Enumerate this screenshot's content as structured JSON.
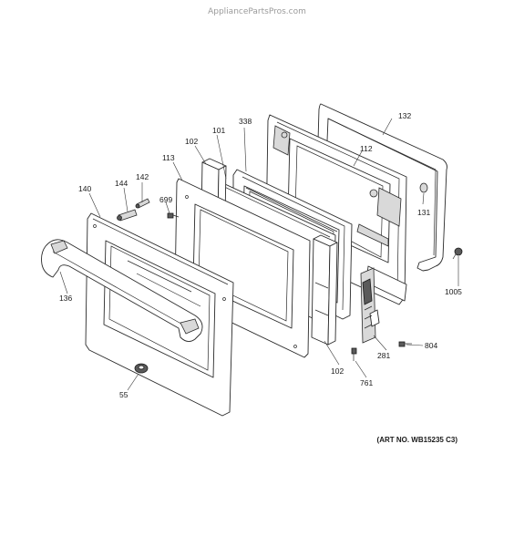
{
  "watermark": "AppliancePartsPros.com",
  "art_number": "(ART NO. WB15235 C3)",
  "callouts": {
    "c132": "132",
    "c338": "338",
    "c101": "101",
    "c102_top": "102",
    "c113": "113",
    "c112": "112",
    "c142": "142",
    "c144": "144",
    "c140": "140",
    "c699": "699",
    "c131": "131",
    "c1005": "1005",
    "c136": "136",
    "c281": "281",
    "c804": "804",
    "c102_bottom": "102",
    "c761": "761",
    "c55": "55"
  }
}
